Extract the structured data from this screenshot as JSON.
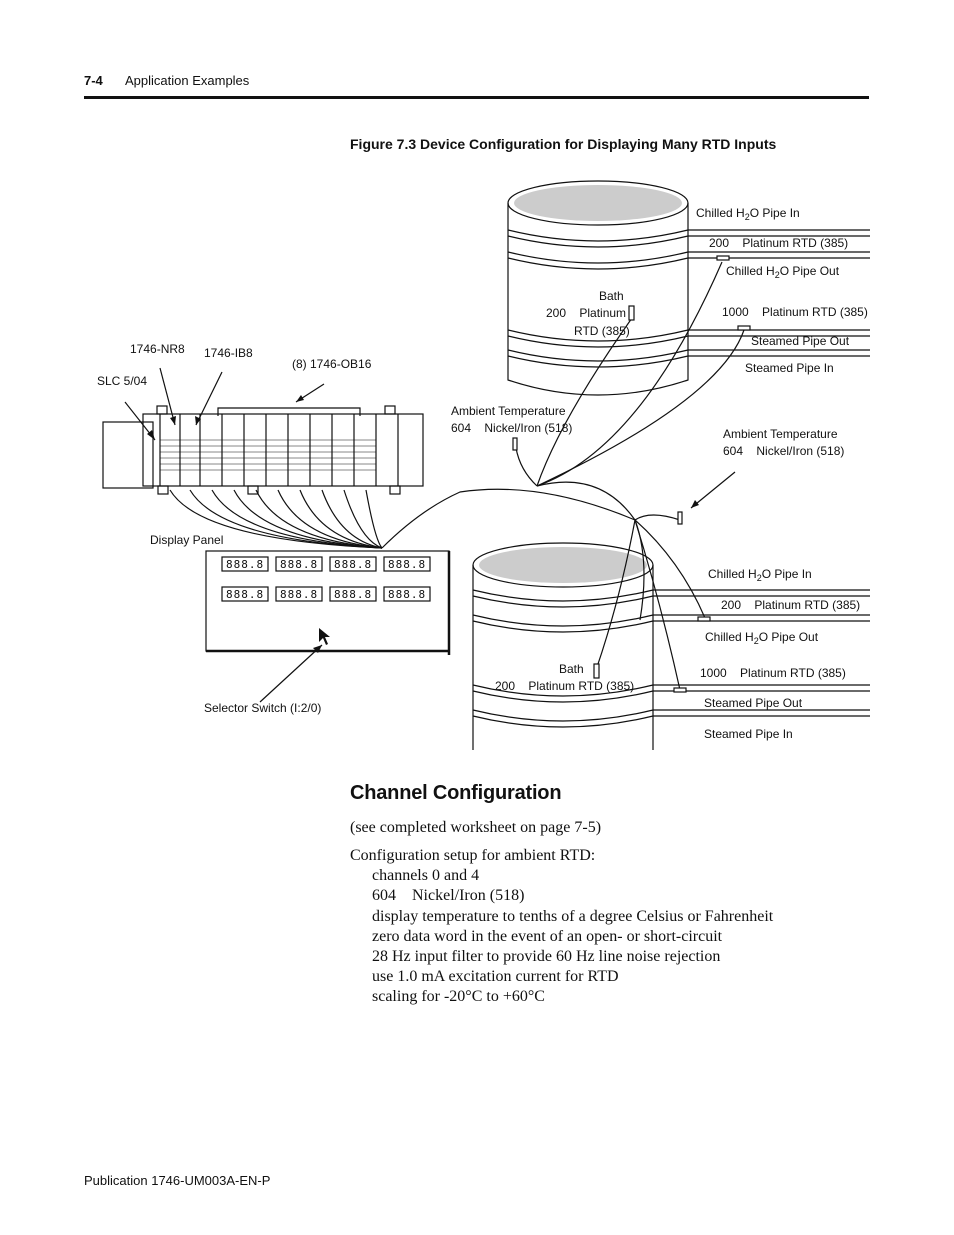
{
  "header": {
    "page_number": "7-4",
    "section": "Application Examples"
  },
  "figure": {
    "caption": "Figure 7.3 Device Configuration for Displaying Many RTD Inputs",
    "labels": {
      "slc": "SLC 5/04",
      "nr8": "1746-NR8",
      "ib8": "1746-IB8",
      "ob16": "(8) 1746-OB16",
      "display_panel": "Display Panel",
      "selector_switch": "Selector Switch (I:2/0)",
      "ambient_left_1": "Ambient Temperature",
      "ambient_left_2": "604    Nickel/Iron (518)",
      "ambient_right_1": "Ambient Temperature",
      "ambient_right_2": "604    Nickel/Iron (518)",
      "top_tank": {
        "chilled_in": "Chilled H",
        "chilled_in_sub": "2",
        "chilled_in_rest": "O Pipe In",
        "rtd_200": "200    Platinum RTD (385)",
        "chilled_out": "Chilled H",
        "chilled_out_sub": "2",
        "chilled_out_rest": "O Pipe Out",
        "bath_1": "Bath",
        "bath_2": "200    Platinum",
        "bath_3": "RTD (385)",
        "rtd_1000": "1000    Platinum RTD (385)",
        "steam_out": "Steamed Pipe Out",
        "steam_in": "Steamed Pipe In"
      },
      "bottom_tank": {
        "chilled_in": "Chilled H",
        "chilled_in_sub": "2",
        "chilled_in_rest": "O Pipe In",
        "rtd_200": "200    Platinum RTD (385)",
        "chilled_out": "Chilled H",
        "chilled_out_sub": "2",
        "chilled_out_rest": "O Pipe Out",
        "bath_1": "Bath",
        "bath_2": "200    Platinum RTD (385)",
        "rtd_1000": "1000    Platinum RTD (385)",
        "steam_out": "Steamed Pipe Out",
        "steam_in": "Steamed Pipe In"
      },
      "display_digits": "888.8"
    }
  },
  "section": {
    "title": "Channel Configuration",
    "note": "(see completed worksheet on page 7-5)",
    "setup_intro": "Configuration setup for ambient RTD:",
    "items": [
      "channels 0 and 4",
      "604    Nickel/Iron (518)",
      "display temperature to tenths of a degree Celsius or Fahrenheit",
      "zero data word in the event of an open- or short-circuit",
      "28 Hz input filter to provide 60 Hz line noise rejection",
      "use 1.0 mA excitation current for RTD",
      "scaling for -20°C to +60°C"
    ]
  },
  "footer": {
    "publication": "Publication 1746-UM003A-EN-P"
  }
}
